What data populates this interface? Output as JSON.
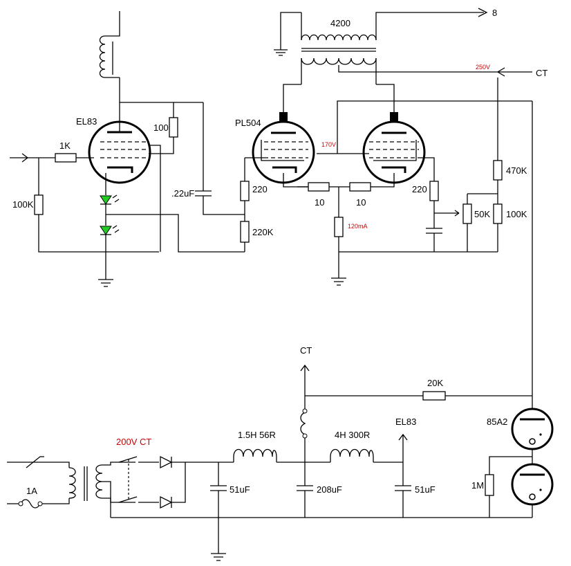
{
  "labels": {
    "el83_tube": "EL83",
    "pl504_tube": "PL504",
    "r_1k": "1K",
    "r_100k_in": "100K",
    "r_100": "100",
    "c_022": ".22uF",
    "r_220_left": "220",
    "r_220k": "220K",
    "r_10_left": "10",
    "r_10_right": "10",
    "r_220_right": "220",
    "r_470k": "470K",
    "pot_50k": "50K",
    "r_100k_bias": "100K",
    "i_120ma": "120mA",
    "v_170": "170V",
    "v_250": "250V",
    "ot_4200": "4200",
    "out_8": "8",
    "ct_top": "CT",
    "ct_psu": "CT",
    "r_20k": "20K",
    "tube_85a2": "85A2",
    "r_1m": "1M",
    "el83_supply": "EL83",
    "choke_1": "1.5H 56R",
    "choke_2": "4H 300R",
    "c_51_a": "51uF",
    "c_208": "208uF",
    "c_51_b": "51uF",
    "transformer_200v": "200V CT",
    "fuse_1a": "1A"
  },
  "colors": {
    "wire": "#000000",
    "led": "#22cc22",
    "annotation": "#cc0000"
  }
}
